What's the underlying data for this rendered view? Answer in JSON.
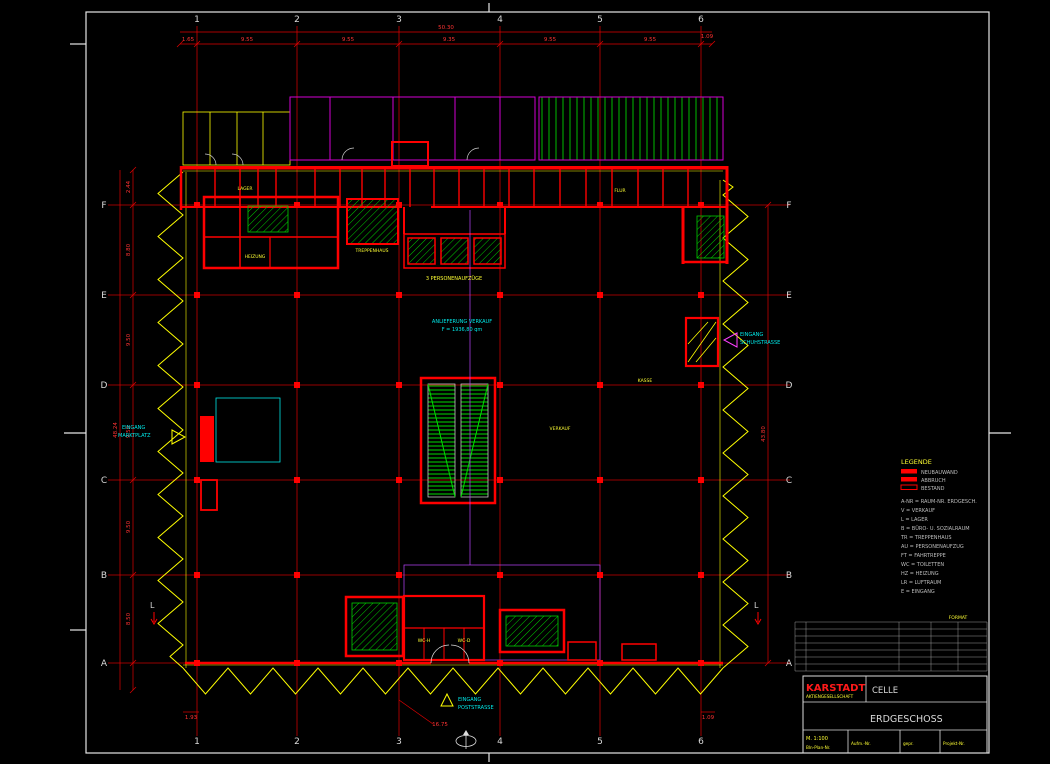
{
  "colors": {
    "background": "#000000",
    "sheet_frame": "#e6e6e6",
    "grid_line": "#c80000",
    "wall": "#ff0000",
    "facade": "#ffff00",
    "stairs_hatch": "#00cc00",
    "neighbor_outline": "#d400d4",
    "entrance_text": "#00eaea",
    "label_text": "#d9d9d9"
  },
  "grid": {
    "columns": [
      "1",
      "2",
      "3",
      "4",
      "5",
      "6"
    ],
    "rows": [
      "F",
      "E",
      "D",
      "C",
      "B",
      "A"
    ]
  },
  "dimensions": {
    "top_total": "50.30",
    "top": [
      "1.65",
      "9.55",
      "9.55",
      "9.35",
      "9.55",
      "9.55",
      "1.09"
    ],
    "left_total": "48.24",
    "left": [
      "2.44",
      "8.80",
      "9.50",
      "9.50",
      "9.50",
      "8.50"
    ],
    "right_total": "43.80",
    "bottom": [
      "1.93",
      "16.75",
      "1.09"
    ]
  },
  "labels": {
    "entrance_left_1": "EINGANG",
    "entrance_left_2": "MARKTPLATZ",
    "entrance_right_1": "EINGANG",
    "entrance_right_2": "SCHUHSTRASSE",
    "entrance_bottom_1": "EINGANG",
    "entrance_bottom_2": "POSTSTRASSE",
    "delivery_1": "ANLIEFERUNG VERKAUF",
    "delivery_2": "F = 1936,80 qm",
    "elevators": "3 PERSONENAUFZÜGE",
    "section_left": "L",
    "section_right": "L"
  },
  "rooms": [
    "TREPPENHAUS",
    "LAGER",
    "HEIZUNG",
    "VERKAUF",
    "KASSE",
    "WC-H",
    "WC-D",
    "FLUR"
  ],
  "legend": {
    "title": "LEGENDE",
    "swatches": [
      {
        "label": "NEUBAUWAND"
      },
      {
        "label": "ABBRUCH"
      },
      {
        "label": "BESTAND"
      }
    ],
    "lines": [
      "A-NR = RAUM-NR. ERDGESCH.",
      "V = VERKAUF",
      "L = LAGER",
      "B = BÜRO- U. SOZIALRAUM",
      "TR = TREPPENHAUS",
      "AU = PERSONENAUFZUG",
      "FT = FAHRTREPPE",
      "WC = TOILETTEN",
      "HZ = HEIZUNG",
      "LR = LUFTRAUM",
      "E = EINGANG"
    ]
  },
  "revision_table": {
    "header": "FORMAT"
  },
  "title_block": {
    "company": "KARSTADT",
    "company_sub": "AKTIENGESELLSCHAFT",
    "city": "CELLE",
    "drawing_title": "ERDGESCHOSS",
    "scale": "M. 1:100",
    "field_1": "Bln-Plan-Nr.",
    "field_2": "Aufm.-Nr.",
    "field_3": "gepr.",
    "field_4": "Projekt-Nr."
  }
}
